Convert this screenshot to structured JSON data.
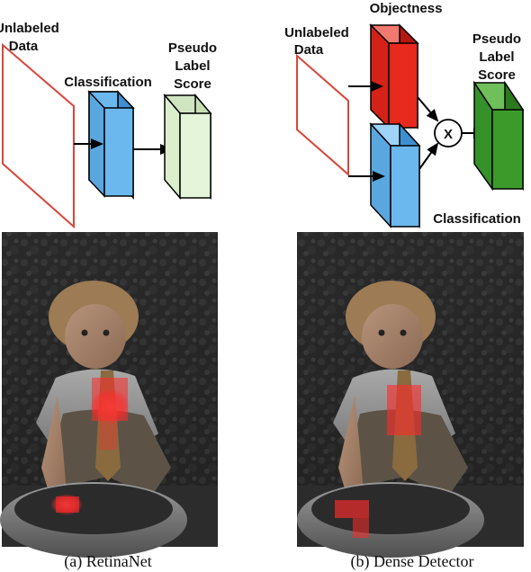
{
  "panel_a": {
    "input_label_1": "Unlabeled",
    "input_label_2": "Data",
    "classification_label": "Classification",
    "pseudo_label_1": "Pseudo",
    "pseudo_label_2": "Label",
    "pseudo_label_3": "Score",
    "caption": "(a) RetinaNet"
  },
  "panel_b": {
    "objectness_label": "Objectness",
    "input_label_1": "Unlabeled",
    "input_label_2": "Data",
    "multiply_symbol": "X",
    "classification_label": "Classification",
    "pseudo_label_1": "Pseudo",
    "pseudo_label_2": "Label",
    "pseudo_label_3": "Score",
    "caption": "(b) Dense Detector"
  },
  "colors": {
    "input_frame": "#d9463c",
    "classification_block": "#6bb8ef",
    "pseudo_block_a": "#e4f5d9",
    "objectness_block": "#e8291d",
    "pseudo_block_b": "#3c9a2b",
    "heat_overlay": "#ff2a2a"
  }
}
